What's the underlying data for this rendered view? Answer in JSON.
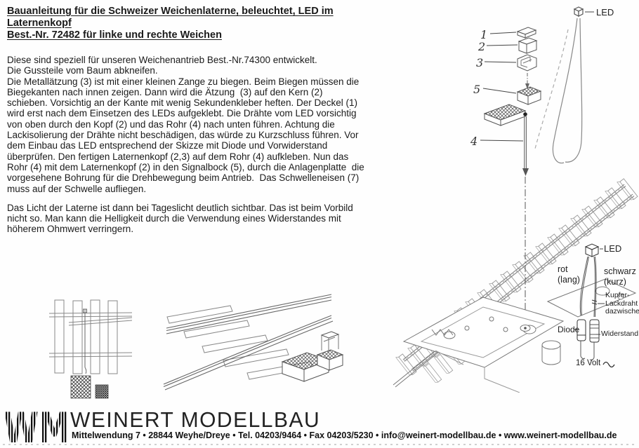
{
  "document": {
    "title": "Bauanleitung für die Schweizer Weichenlaterne, beleuchtet, LED im\nLaternenkopf",
    "order_line": "Best.-Nr. 72482 für linke und rechte Weichen",
    "body_para_1": "Diese sind speziell für unseren Weichenantrieb Best.-Nr.74300 entwickelt.\nDie Gussteile vom Baum abkneifen.\nDie Metallätzung (3) ist mit einer kleinen Zange zu biegen. Beim Biegen müssen die\nBiegekanten nach innen zeigen. Dann wird die Ätzung  (3) auf den Kern (2)\nschieben. Vorsichtig an der Kante mit wenig Sekundenkleber heften. Der Deckel (1)\nwird erst nach dem Einsetzen des LEDs aufgeklebt. Die Drähte vom LED vorsichtig\nvon oben durch den Kopf (2) und das Rohr (4) nach unten führen. Achtung die\nLackisolierung der Drähte nicht beschädigen, das würde zu Kurzschluss führen. Vor\ndem Einbau das LED entsprechend der Skizze mit Diode und Vorwiderstand\nüberprüfen. Den fertigen Laternenkopf (2,3) auf dem Rohr (4) aufkleben. Nun das\nRohr (4) mit dem Laternenkopf (2) in den Signalbock (5), durch die Anlagenplatte  die\nvorgesehene Bohrung für die Drehbewegung beim Antrieb.  Das Schwelleneisen (7)\nmuss auf der Schwelle aufliegen.",
    "body_para_2": "Das Licht der Laterne ist dann bei Tageslicht deutlich sichtbar. Das ist beim Vorbild\nnicht so. Man kann die Helligkeit durch die Verwendung eines Widerstandes mit\nhöherem Ohmwert verringern."
  },
  "exploded_view": {
    "led_label": "LED",
    "labels": {
      "part1": "1",
      "part2": "2",
      "part3": "3",
      "part5": "5",
      "part4": "4"
    }
  },
  "wiring_diagram": {
    "led_label": "LED",
    "red_wire": "rot\n(lang)",
    "black_wire": "schwarz\n(kurz)",
    "copper_note": "Kupfer-\nLackdraht\ndazwischen",
    "diode_label": "Diode",
    "resistor_label": "Widerstand",
    "voltage_label": "16 Volt",
    "ac_symbol_icon": "ac-wave"
  },
  "footer": {
    "logo_text": "WM",
    "company_name": "WEINERT MODELLBAU",
    "address_line": "Mittelwendung 7 • 28844 Weyhe/Dreye • Tel. 04203/9464 • Fax 04203/5230 • info@weinert-modellbau.de • www.weinert-modellbau.de"
  }
}
